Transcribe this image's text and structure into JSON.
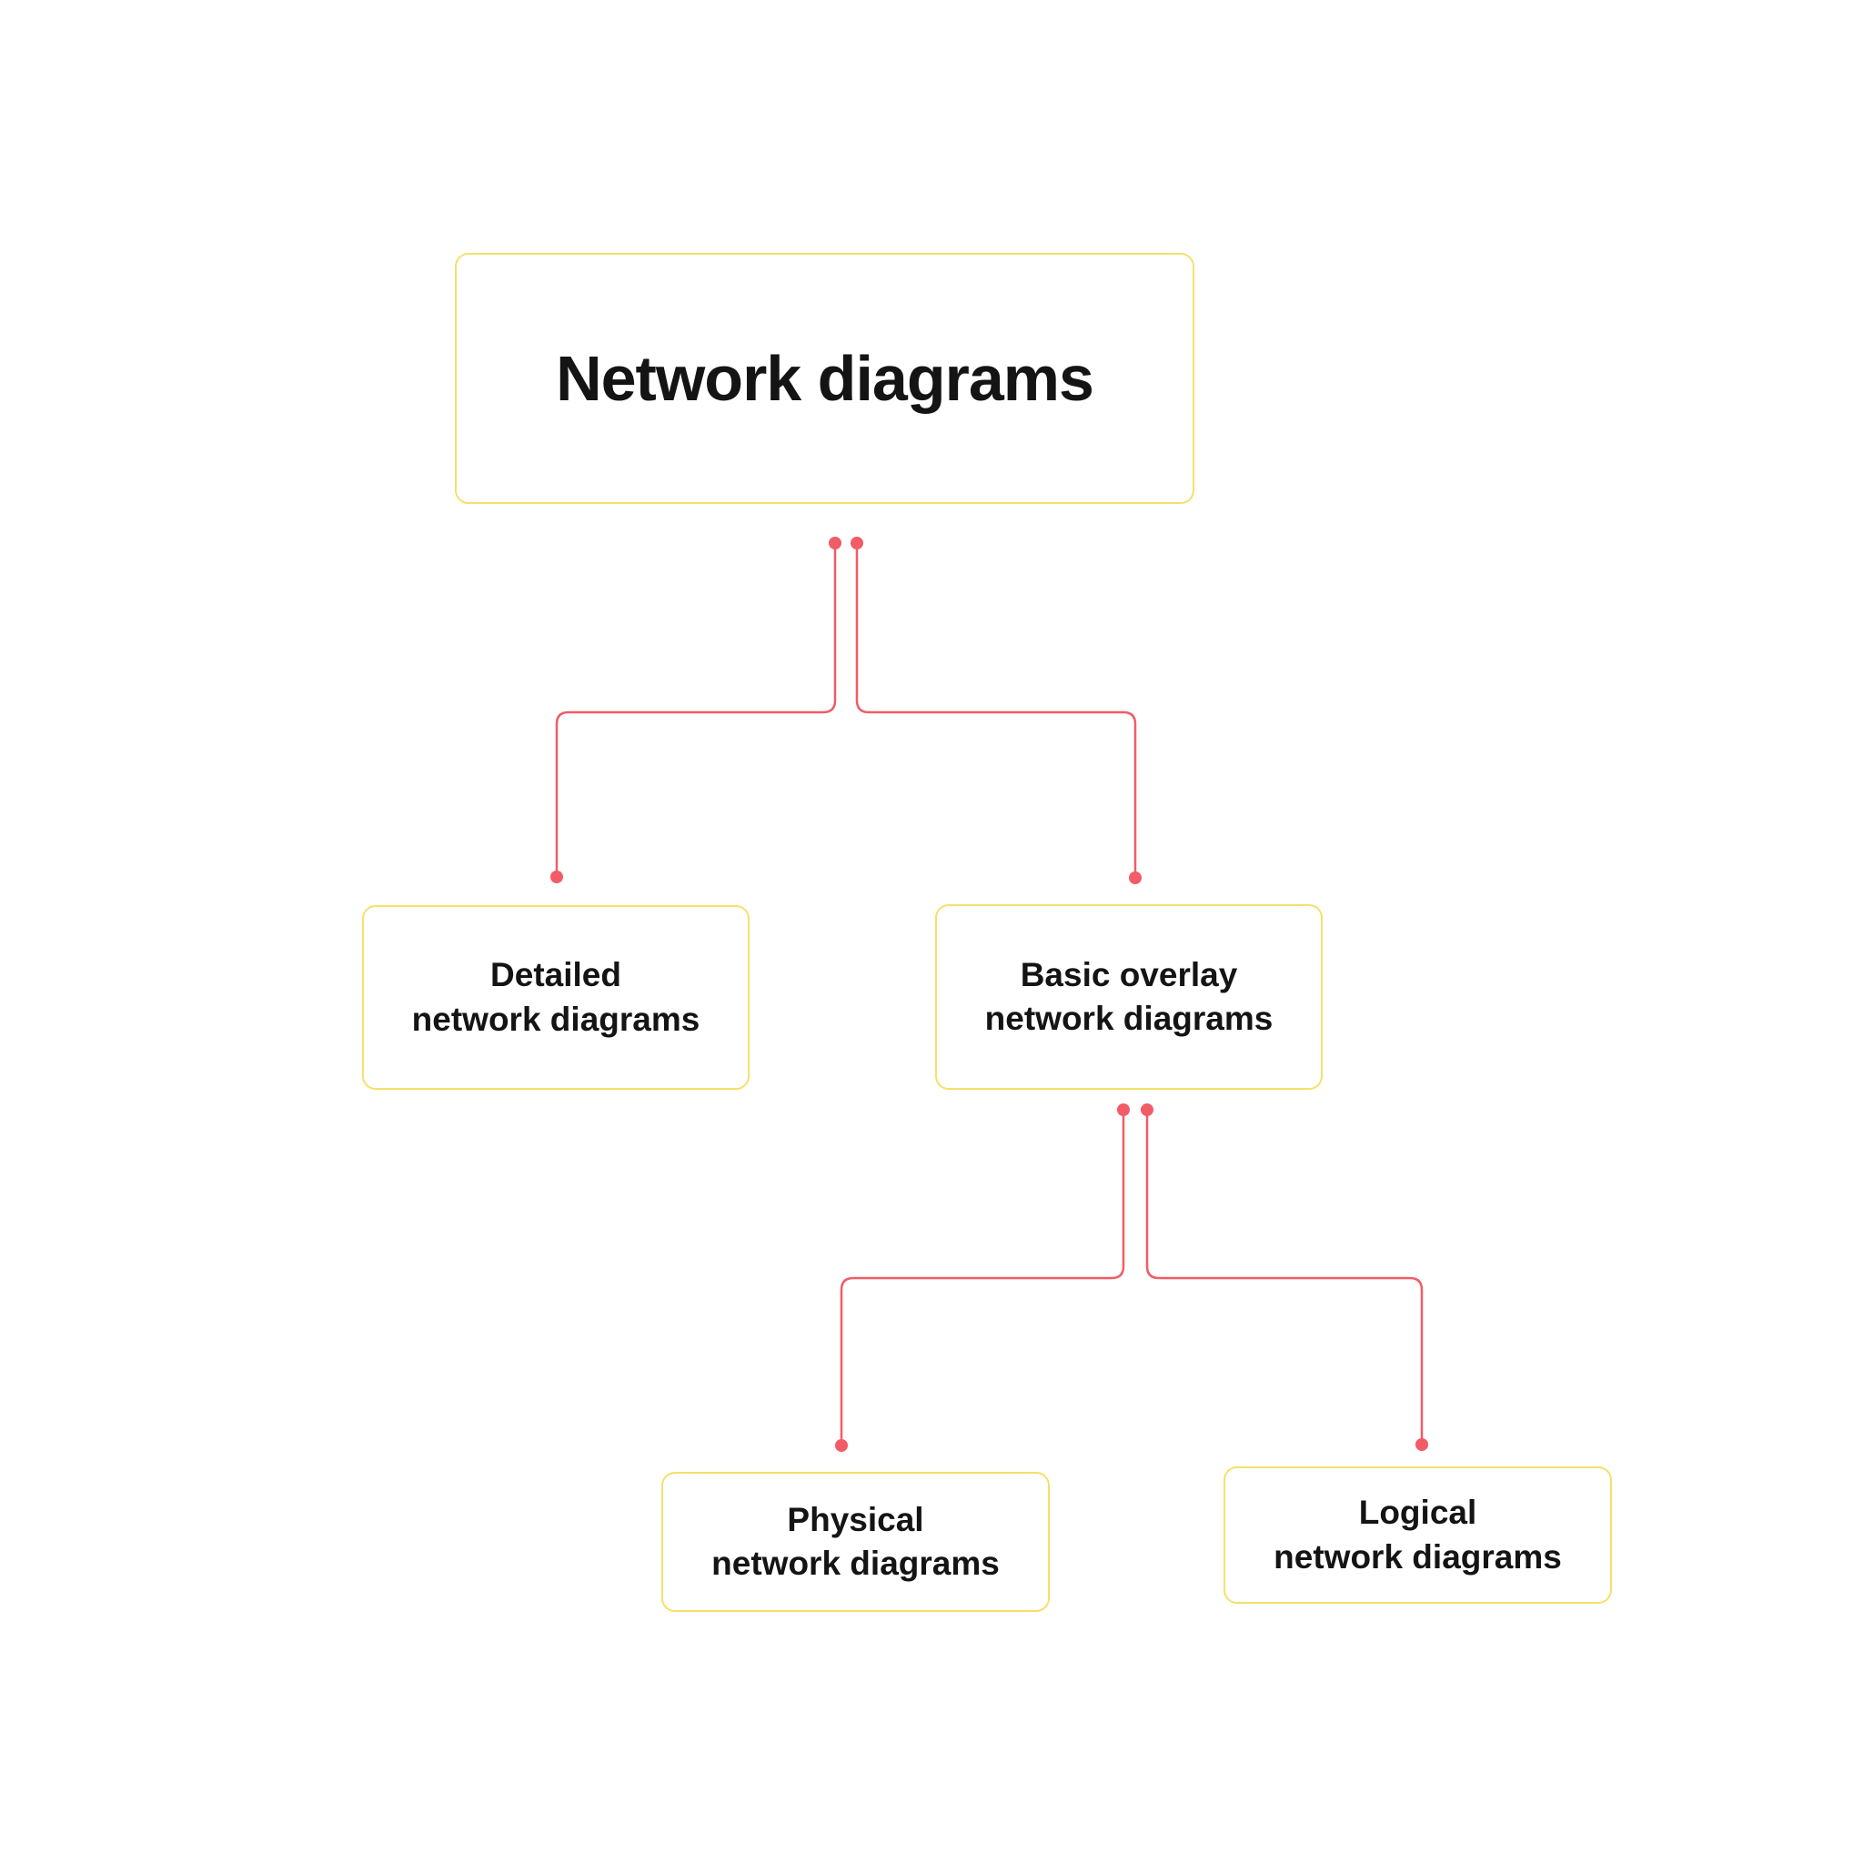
{
  "diagram": {
    "nodes": {
      "root": {
        "label": "Network diagrams"
      },
      "detailed": {
        "line1": "Detailed",
        "line2": "network diagrams"
      },
      "basic_overlay": {
        "line1": "Basic overlay",
        "line2": "network diagrams"
      },
      "physical": {
        "line1": "Physical",
        "line2": "network diagrams"
      },
      "logical": {
        "line1": "Logical",
        "line2": "network diagrams"
      }
    },
    "edges": [
      {
        "from": "root",
        "to": "detailed"
      },
      {
        "from": "root",
        "to": "basic_overlay"
      },
      {
        "from": "basic_overlay",
        "to": "physical"
      },
      {
        "from": "basic_overlay",
        "to": "logical"
      }
    ]
  },
  "colors": {
    "background": "#FFFFFF",
    "box_border": "#F5E06A",
    "connector": "#F15C66",
    "text": "#141414"
  }
}
